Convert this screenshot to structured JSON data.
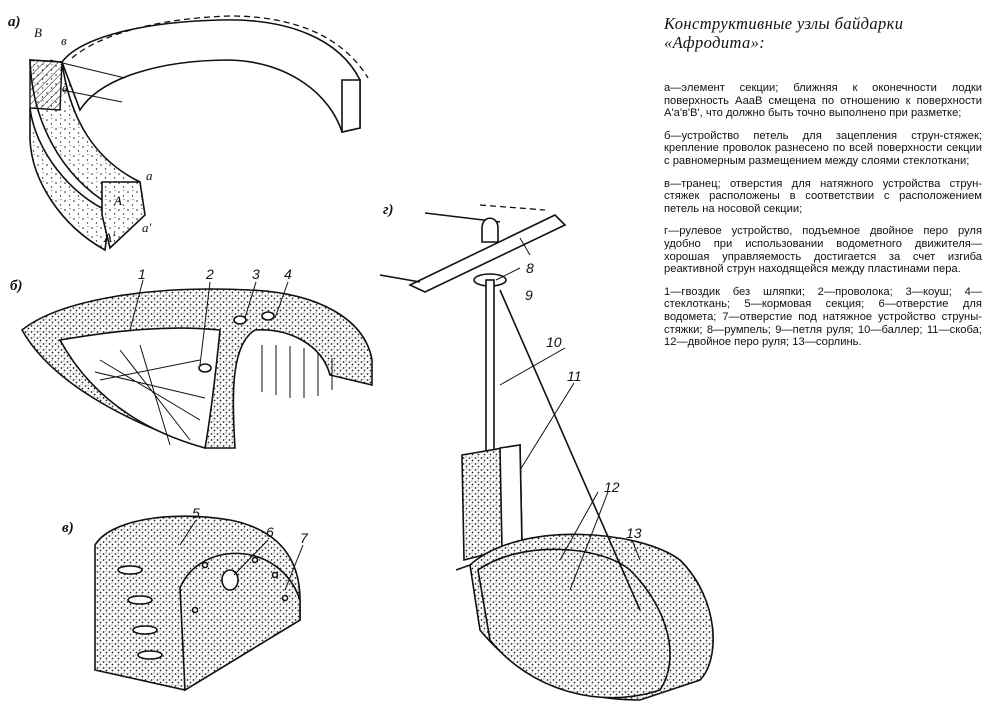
{
  "caption": {
    "title": "Конструктивные узлы байдарки «Афродита»:",
    "items": [
      "а—элемент секции; ближняя к оконечности лодки поверхность АааВ смещена по отношению к поверхности А'а'в'В', что должно быть точно выполнено при разметке;",
      "б—устройство петель для зацепления струн-стяжек; крепление проволок разнесено по всей поверхности секции с равномерным размещением между слоями стеклоткани;",
      "в—транец; отверстия для натяжного устройства струн-стяжек расположены в соответствии с расположением петель на носовой секции;",
      "г—рулевое устройство, подъемное двойное перо руля удобно при использовании водометного движителя—хорошая управляемость достигается за счет изгиба реактивной струн находящейся между пластинами пера."
    ],
    "legend": "1—гвоздик без шляпки; 2—проволока; 3—коуш; 4—стеклоткань; 5—кормовая секция; 6—отверстие для водомета; 7—отверстие под натяжное устройство струны-стяжки; 8—румпель; 9—петля руля; 10—баллер; 11—скоба; 12—двойное перо руля; 13—сорлинь."
  },
  "figure": {
    "panel_labels": {
      "a": "а)",
      "b": "б)",
      "v": "в)",
      "g": "г)"
    },
    "letters": {
      "B": "В",
      "v": "в",
      "v_prime": "в'",
      "a": "а",
      "a_prime": "а'",
      "A": "А",
      "A_prime": "А'"
    },
    "numbers": [
      "1",
      "2",
      "3",
      "4",
      "5",
      "6",
      "7",
      "8",
      "9",
      "10",
      "11",
      "12",
      "13"
    ]
  }
}
